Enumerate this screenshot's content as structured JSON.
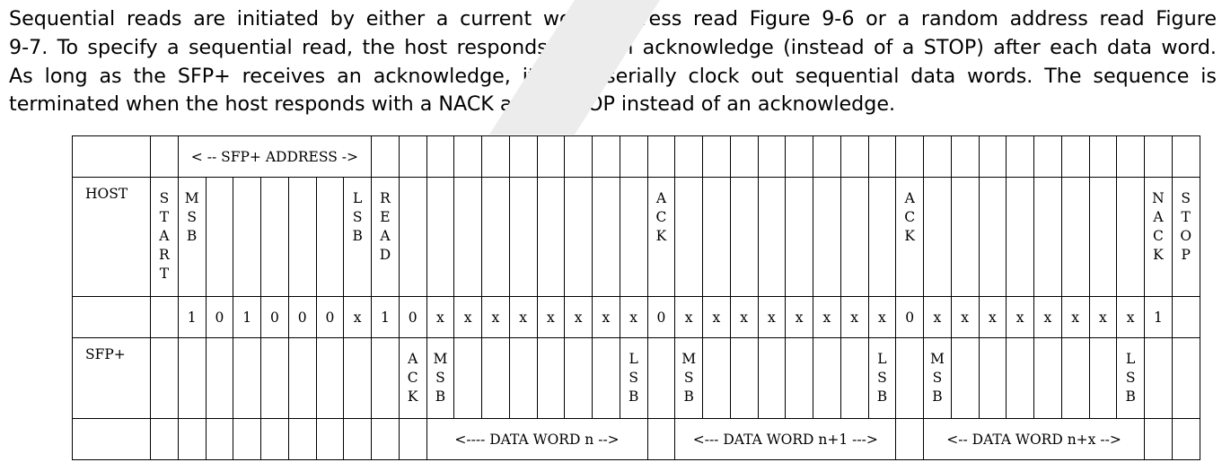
{
  "paragraph_lines": [
    "Sequential reads are initiated by either a current word address read Figure 9-6 or a random address read Figure",
    "9-7. To specify a sequential read, the host responds with an acknowledge (instead of a STOP) after each data word.",
    "As long as the SFP+ receives an acknowledge, it shall serially clock out sequential data words. The sequence is",
    "terminated when the host responds with a NACK and a STOP instead of an acknowledge."
  ],
  "table": {
    "address_header": "< -- SFP+ ADDRESS ->",
    "host_label": "HOST",
    "sfp_label": "SFP+",
    "host_marks": [
      {
        "col": 0,
        "text": "START"
      },
      {
        "col": 1,
        "text": "MSB"
      },
      {
        "col": 7,
        "text": "LSB"
      },
      {
        "col": 8,
        "text": "READ"
      },
      {
        "col": 18,
        "text": "ACK"
      },
      {
        "col": 27,
        "text": "ACK"
      },
      {
        "col": 36,
        "text": "NACK"
      },
      {
        "col": 37,
        "text": "STOP"
      }
    ],
    "bits": [
      "",
      "1",
      "0",
      "1",
      "0",
      "0",
      "0",
      "x",
      "1",
      "0",
      "x",
      "x",
      "x",
      "x",
      "x",
      "x",
      "x",
      "x",
      "0",
      "x",
      "x",
      "x",
      "x",
      "x",
      "x",
      "x",
      "x",
      "0",
      "x",
      "x",
      "x",
      "x",
      "x",
      "x",
      "x",
      "x",
      "1",
      ""
    ],
    "sfp_marks": [
      {
        "col": 9,
        "text": "ACK"
      },
      {
        "col": 10,
        "text": "MSB"
      },
      {
        "col": 17,
        "text": "LSB"
      },
      {
        "col": 19,
        "text": "MSB"
      },
      {
        "col": 26,
        "text": "LSB"
      },
      {
        "col": 28,
        "text": "MSB"
      },
      {
        "col": 35,
        "text": "LSB"
      }
    ],
    "data_words": [
      {
        "start": 10,
        "span": 8,
        "text": "<---- DATA WORD n  -->"
      },
      {
        "start": 19,
        "span": 8,
        "text": "<--- DATA WORD n+1 --->"
      },
      {
        "start": 28,
        "span": 8,
        "text": "<-- DATA WORD n+x  -->"
      }
    ]
  }
}
